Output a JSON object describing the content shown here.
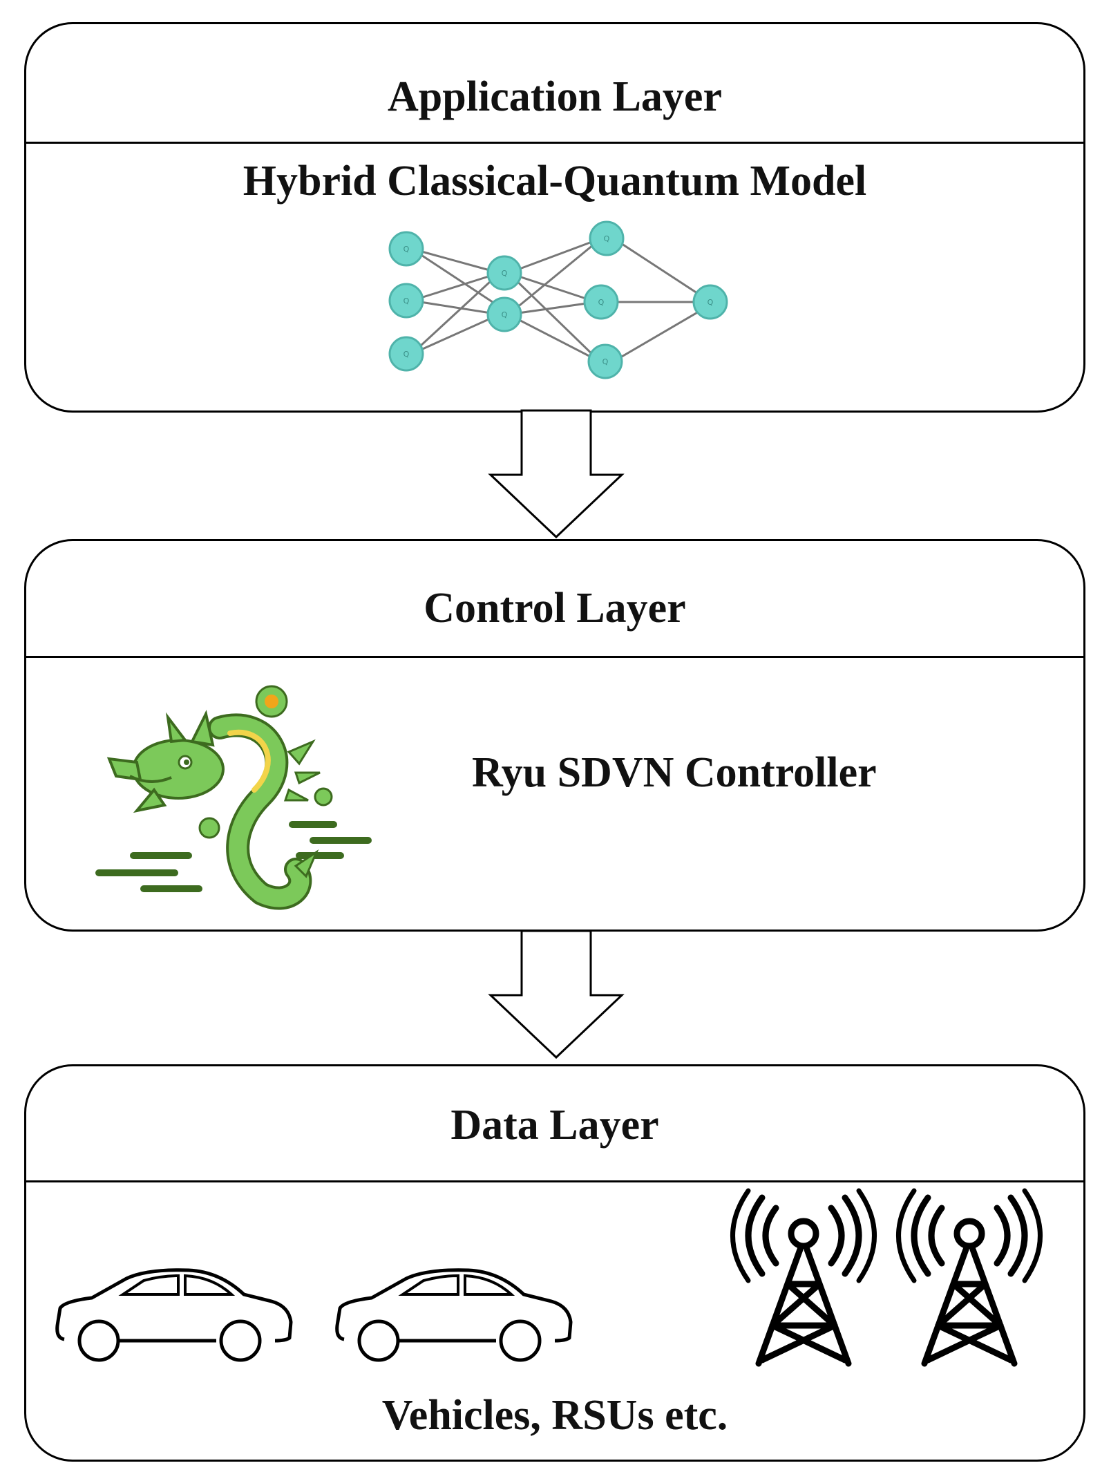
{
  "application_layer": {
    "title": "Application Layer",
    "model_label": "Hybrid Classical-Quantum Model",
    "node_glyph": "Q"
  },
  "control_layer": {
    "title": "Control Layer",
    "controller_label": "Ryu SDVN Controller"
  },
  "data_layer": {
    "title": "Data Layer",
    "caption": "Vehicles, RSUs etc."
  },
  "colors": {
    "node_fill": "#6fd6cc",
    "node_stroke": "#4fb3aa",
    "dragon_green": "#7cc95a",
    "dragon_dark": "#3d6b1f",
    "dragon_yellow": "#f2d44a"
  },
  "icons": [
    "quantum-network-icon",
    "ryu-dragon-icon",
    "car-icon",
    "cell-tower-icon",
    "down-arrow-icon"
  ]
}
